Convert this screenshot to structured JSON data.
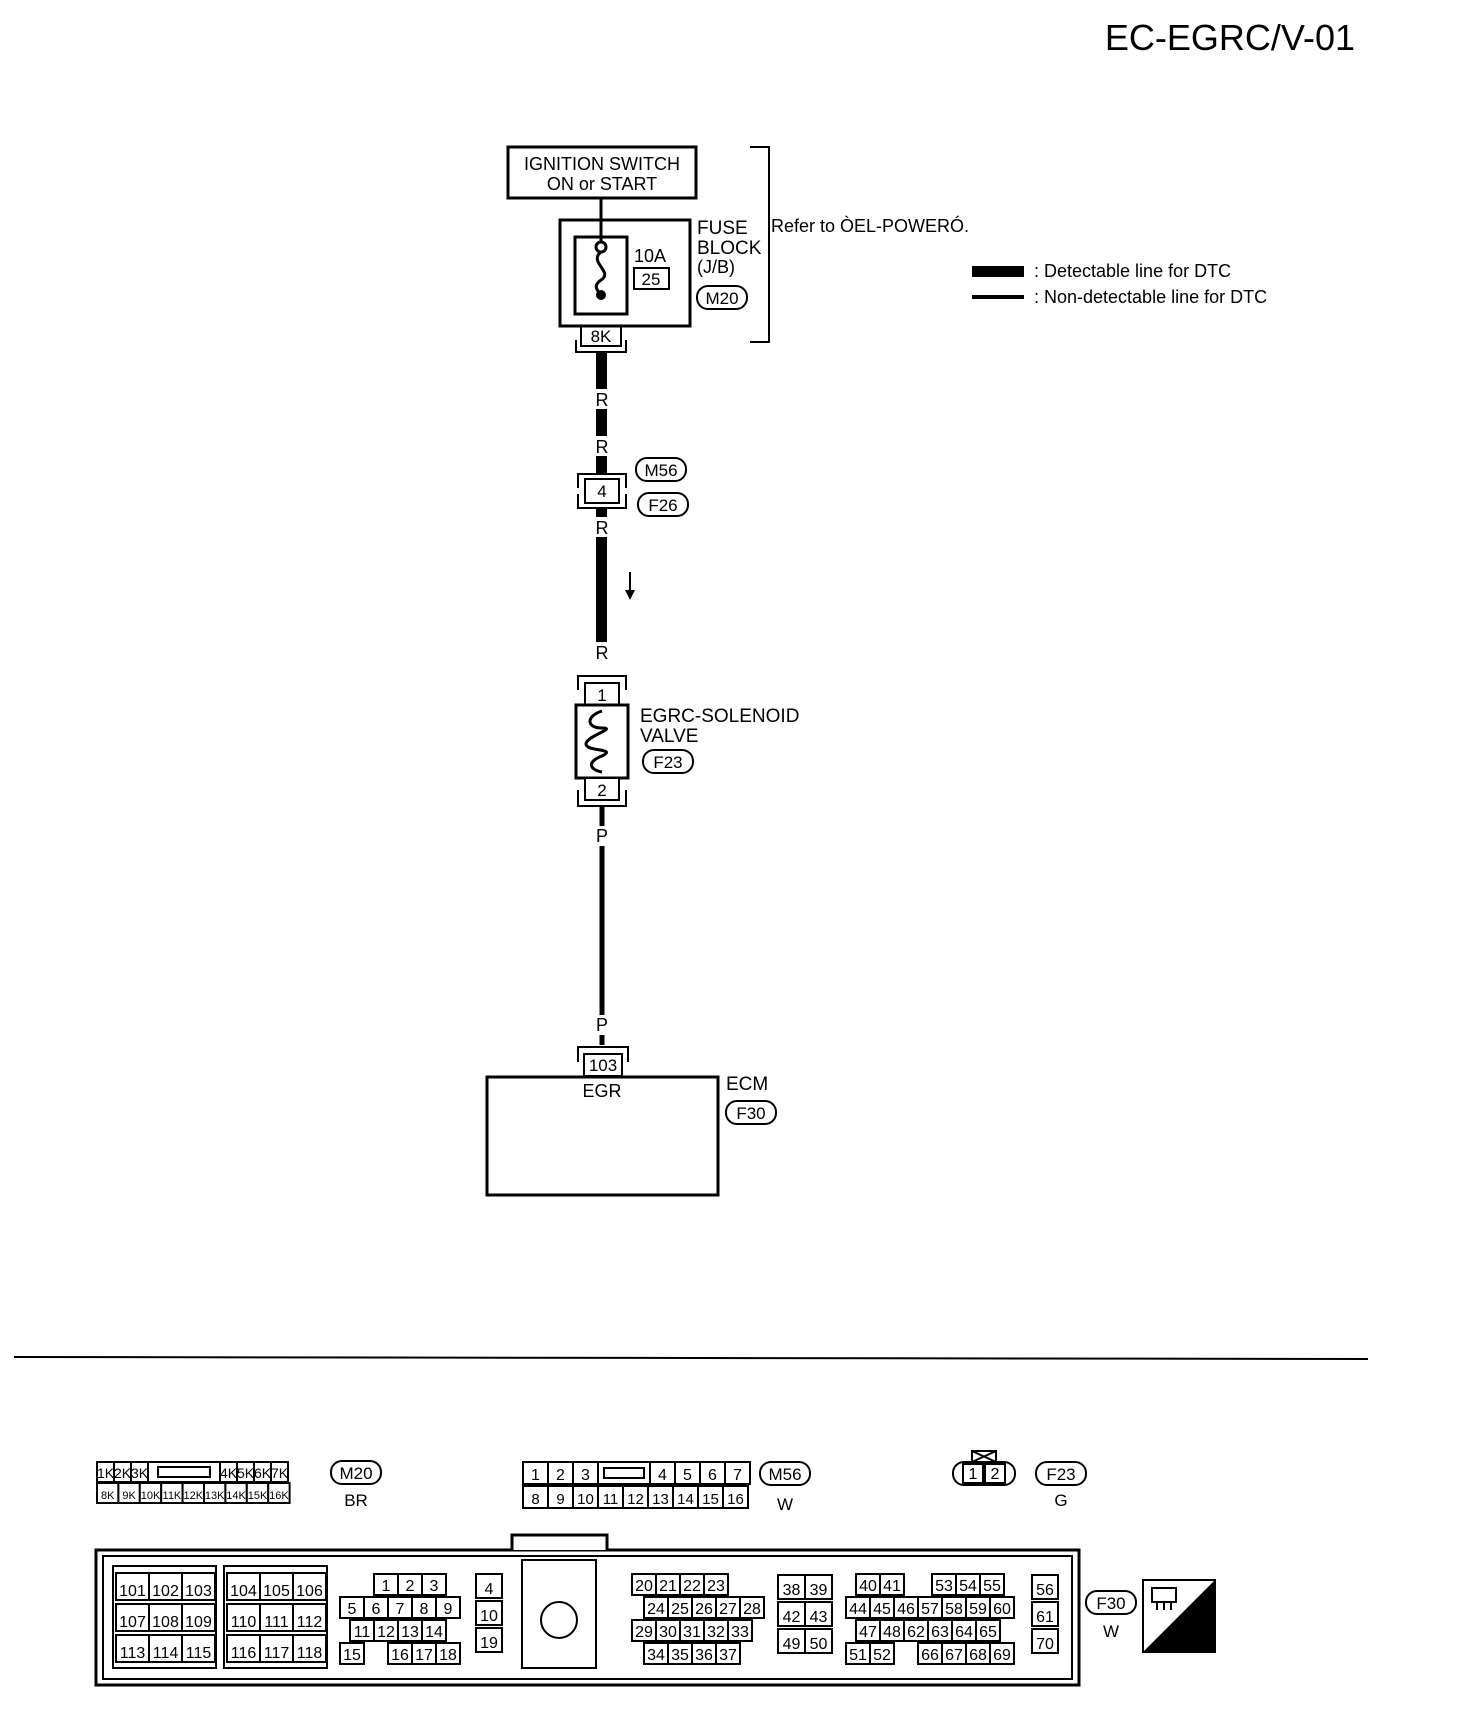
{
  "page_title": "EC-EGRC/V-01",
  "ignition": {
    "line1": "IGNITION SWITCH",
    "line2": "ON or START"
  },
  "fuse_block": {
    "label1": "FUSE",
    "label2": "BLOCK",
    "label3": "(J/B)",
    "amperage": "10A",
    "fuse_no": "25",
    "connector": "M20",
    "terminal": "8K"
  },
  "refer_note": "Refer to ÒEL-POWERÓ.",
  "legend": {
    "detectable": ": Detectable line for DTC",
    "non_detectable": ": Non-detectable line for DTC"
  },
  "wires": {
    "r": "R",
    "p": "P"
  },
  "junction": {
    "terminal": "4",
    "connector_a": "M56",
    "connector_b": "F26"
  },
  "solenoid": {
    "label1": "EGRC-SOLENOID",
    "label2": "VALVE",
    "connector": "F23",
    "pin1": "1",
    "pin2": "2"
  },
  "ecm": {
    "label": "ECM",
    "connector": "F30",
    "pin": "103",
    "pin_name": "EGR"
  },
  "connectors": {
    "m20": {
      "name": "M20",
      "color": "BR",
      "top": [
        "1K",
        "2K",
        "3K",
        "4K",
        "5K",
        "6K",
        "7K"
      ],
      "bottom": [
        "8K",
        "9K",
        "10K",
        "11K",
        "12K",
        "13K",
        "14K",
        "15K",
        "16K"
      ]
    },
    "m56": {
      "name": "M56",
      "color": "W",
      "top": [
        "1",
        "2",
        "3",
        "4",
        "5",
        "6",
        "7"
      ],
      "bottom": [
        "8",
        "9",
        "10",
        "11",
        "12",
        "13",
        "14",
        "15",
        "16"
      ]
    },
    "f23": {
      "name": "F23",
      "color": "G",
      "pins": [
        "1",
        "2"
      ]
    },
    "f30": {
      "name": "F30",
      "color": "W",
      "hs": "H.S.",
      "g1": [
        [
          "101",
          "102",
          "103"
        ],
        [
          "107",
          "108",
          "109"
        ],
        [
          "113",
          "114",
          "115"
        ]
      ],
      "g2": [
        [
          "104",
          "105",
          "106"
        ],
        [
          "110",
          "111",
          "112"
        ],
        [
          "116",
          "117",
          "118"
        ]
      ],
      "g3": [
        [
          "1",
          "2",
          "3"
        ],
        [
          "5",
          "6",
          "7",
          "8",
          "9"
        ],
        [
          "11",
          "12",
          "13",
          "14"
        ],
        [
          "15",
          "16",
          "17",
          "18"
        ]
      ],
      "g4": [
        "4",
        "10",
        "19"
      ],
      "g5": [
        [
          "20",
          "21",
          "22",
          "23"
        ],
        [
          "24",
          "25",
          "26",
          "27",
          "28"
        ],
        [
          "29",
          "30",
          "31",
          "32",
          "33"
        ],
        [
          "34",
          "35",
          "36",
          "37"
        ]
      ],
      "g6": [
        [
          "38",
          "39"
        ],
        [
          "42",
          "43"
        ],
        [
          "49",
          "50"
        ]
      ],
      "g7": [
        [
          "40",
          "41",
          "53",
          "54",
          "55"
        ],
        [
          "44",
          "45",
          "46",
          "57",
          "58",
          "59",
          "60"
        ],
        [
          "47",
          "48",
          "62",
          "63",
          "64",
          "65"
        ],
        [
          "51",
          "52",
          "66",
          "67",
          "68",
          "69"
        ]
      ],
      "g8": [
        "56",
        "61",
        "70"
      ]
    }
  }
}
